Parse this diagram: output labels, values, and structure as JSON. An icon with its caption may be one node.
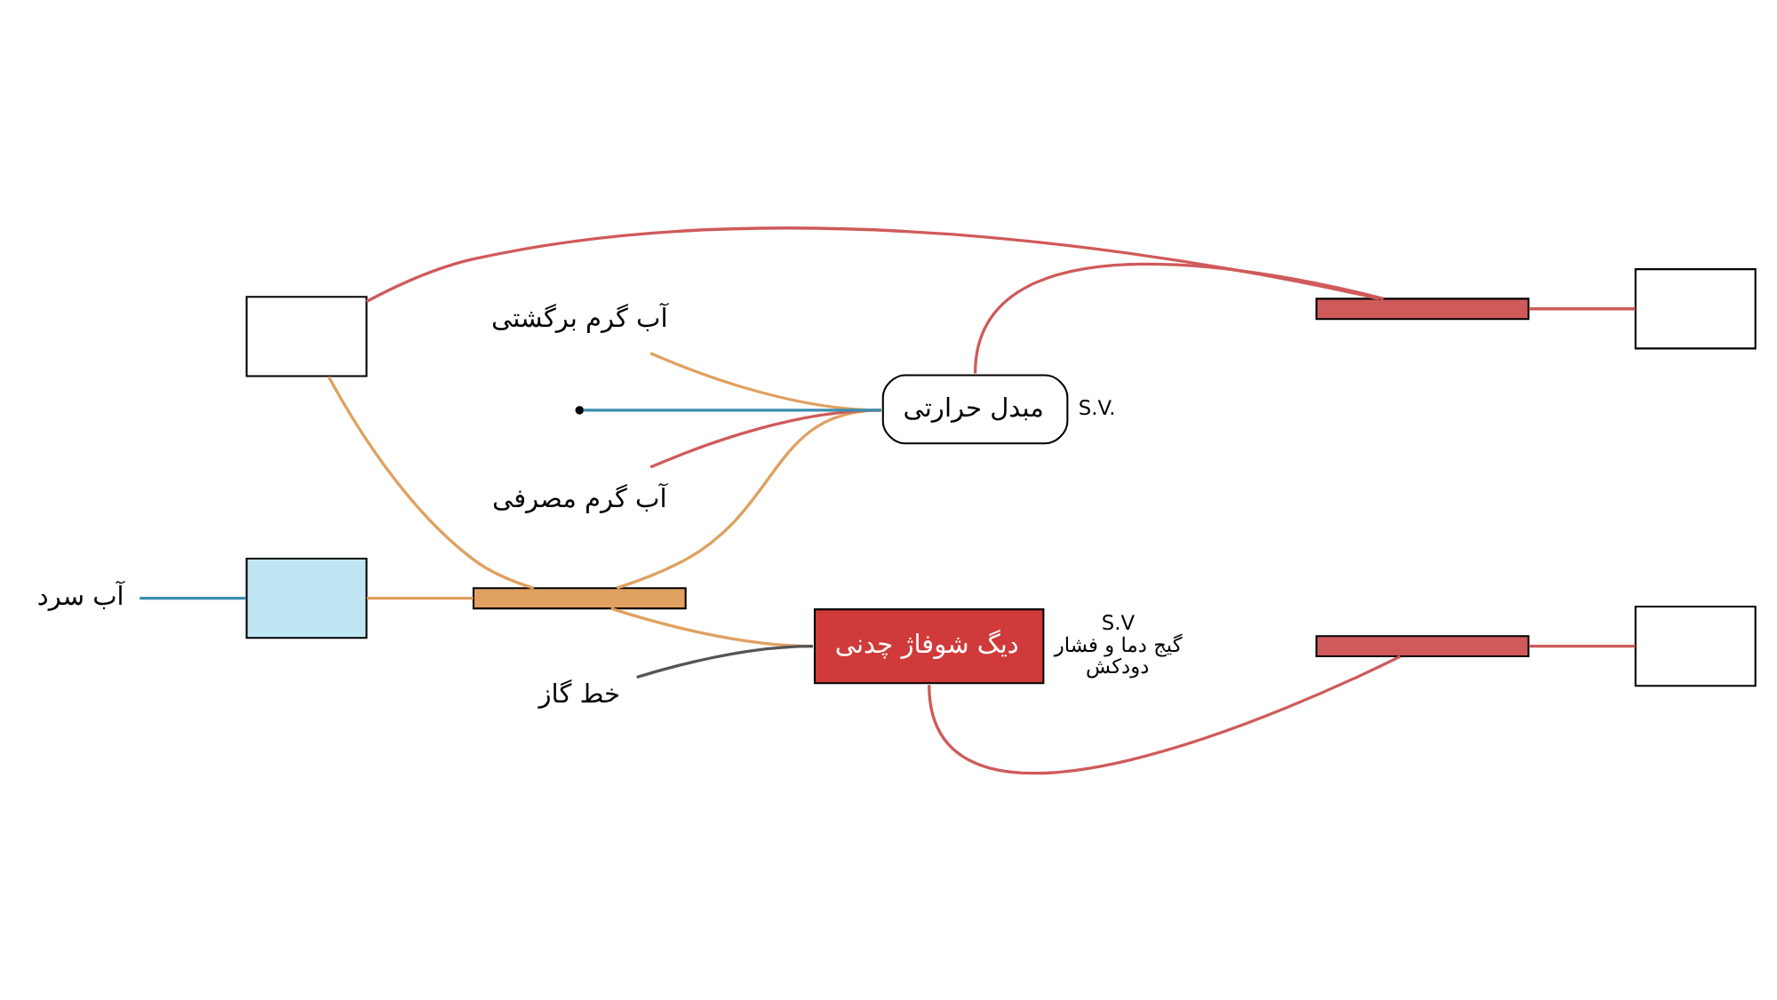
{
  "diagram": {
    "nodes": [
      {
        "text": [],
        "shape": "box"
      },
      {
        "text": [],
        "shape": "box"
      },
      {
        "text": [
          "آب سرد"
        ]
      },
      {
        "text": [],
        "shape": "bar"
      },
      {
        "text": [
          "آب گرم مصرفی"
        ]
      },
      {
        "text": [
          "آب گرم برگشتی"
        ]
      },
      {
        "text": [
          "مبدل حرارتی"
        ],
        "beside": [
          "S.V."
        ]
      },
      {
        "text": [
          "دیگ شوفاژ چدنی"
        ],
        "beside": [
          "S.V",
          "گیج دما و فشار",
          "دودکش"
        ]
      },
      {
        "text": [
          "خط گاز"
        ]
      },
      {
        "text": [],
        "shape": "bar"
      },
      {
        "text": [],
        "shape": "bar"
      },
      {
        "text": [],
        "shape": "box"
      },
      {
        "text": [],
        "shape": "box"
      }
    ],
    "edges": [
      {
        "from": 2,
        "to": 1,
        "arrow": "none",
        "color": "#3a8fb0"
      },
      {
        "from": 0,
        "to": 9,
        "arrow": "none"
      },
      {
        "from": 0,
        "to": 3,
        "arrow": "none",
        "color": "#e0a060"
      },
      {
        "from": 1,
        "to": 3,
        "arrow": "none",
        "color": "#e0a060"
      },
      {
        "from": 3,
        "to": 6,
        "arrow": "none",
        "color": "#e0a060"
      },
      {
        "from": 3,
        "to": 7,
        "arrow": "none",
        "color": "#e0a060"
      },
      {
        "from": 4,
        "to": 6,
        "arrow": "none"
      },
      {
        "from": 5,
        "to": 6,
        "arrow": "none",
        "color": "#e0a060"
      },
      {
        "from": null,
        "to": 6,
        "arrow": "none",
        "color": "#3a8fb0"
      },
      {
        "from": 6,
        "to": 9,
        "arrow": "none"
      },
      {
        "from": 7,
        "to": 10,
        "arrow": "none"
      },
      {
        "from": 8,
        "to": 7,
        "arrow": "none",
        "color": "#555555"
      },
      {
        "from": 9,
        "to": 12,
        "arrow": "none"
      },
      {
        "from": 10,
        "to": 11,
        "arrow": "none"
      }
    ]
  }
}
